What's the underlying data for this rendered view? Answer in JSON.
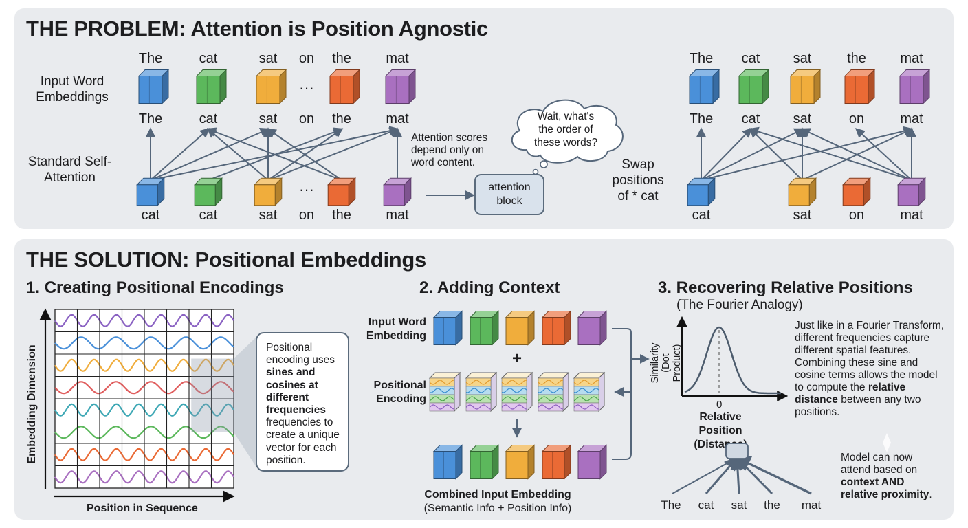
{
  "problem": {
    "title": "THE PROBLEM: Attention is Position Agnostic",
    "row_label_embeddings": "Input Word Embeddings",
    "row_label_attention": "Standard Self-Attention",
    "left_top_words": [
      "The",
      "cat",
      "sat",
      "on",
      "the",
      "mat"
    ],
    "left_mid_words": [
      "The",
      "cat",
      "sat",
      "on",
      "the",
      "mat"
    ],
    "left_bottom_words": [
      "cat",
      "cat",
      "sat",
      "on",
      "the",
      "mat"
    ],
    "ellipsis": "···",
    "attention_note": "Attention scores depend only on word content.",
    "attention_block": "attention block",
    "thought": "Wait, what's the order of these words?",
    "swap_label": "Swap positions of * cat",
    "right_top_words": [
      "The",
      "cat",
      "sat",
      "the",
      "mat"
    ],
    "right_mid_words": [
      "The",
      "cat",
      "sat",
      "on",
      "mat"
    ],
    "right_bottom_words": [
      "cat",
      "sat",
      "on",
      "mat"
    ]
  },
  "solution": {
    "title": "THE SOLUTION: Positional Embeddings",
    "s1": {
      "heading": "1. Creating Positional Encodings",
      "y_axis": "Embedding Dimension",
      "x_axis": "Position in Sequence",
      "callout_1": "Positional encoding uses",
      "callout_bold": "sines and cosines at different frequencies",
      "callout_2": "frequencies to create a unique vector for each position."
    },
    "s2": {
      "heading": "2. Adding Context",
      "input_label": "Input Word Embedding",
      "plus": "+",
      "pos_label": "Positional Encoding",
      "combined_title": "Combined Input Embedding",
      "combined_sub": "(Semantic Info + Position Info)"
    },
    "s3": {
      "heading": "3. Recovering Relative Positions",
      "subheading": "(The Fourier Analogy)",
      "y_axis": "Similarity (Dot Product)",
      "x_zero": "0",
      "x_axis": "Relative Position (Distance)",
      "note_1": "Just like in a Fourier Transform, different frequencies capture different spatial features. Combining these sine and cosine terms allows the model to compute the",
      "note_bold_1": "relative distance",
      "note_2": "between any two positions.",
      "attend_1": "Model can now attend based on",
      "attend_bold": "context AND relative proximity",
      "attend_end": ".",
      "bottom_words": [
        "The",
        "cat",
        "sat",
        "the",
        "mat"
      ]
    }
  },
  "colors": {
    "blue": "#4a90d9",
    "green": "#5cb85c",
    "orange": "#f0ad3c",
    "red": "#ea6a35",
    "purple": "#a970c0",
    "teal": "#3ea8b5",
    "arrow": "#55667a"
  }
}
